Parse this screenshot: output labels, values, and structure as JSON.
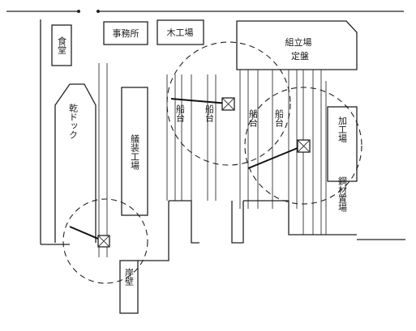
{
  "labels": {
    "cafeteria": "食堂",
    "office": "事務所",
    "carpentry_shop": "木工場",
    "assembly_shop": "組立場",
    "fixed_board": "定盤",
    "dry_dock": "乾ドック",
    "outfitting_shop": "艤装工場",
    "berth_1": "船台",
    "berth_2": "船台",
    "processing_shop": "加工場",
    "steel_yard": "鋼材置場",
    "quay_wall": "岸壁"
  },
  "icons": {
    "crane": "crane-icon"
  }
}
